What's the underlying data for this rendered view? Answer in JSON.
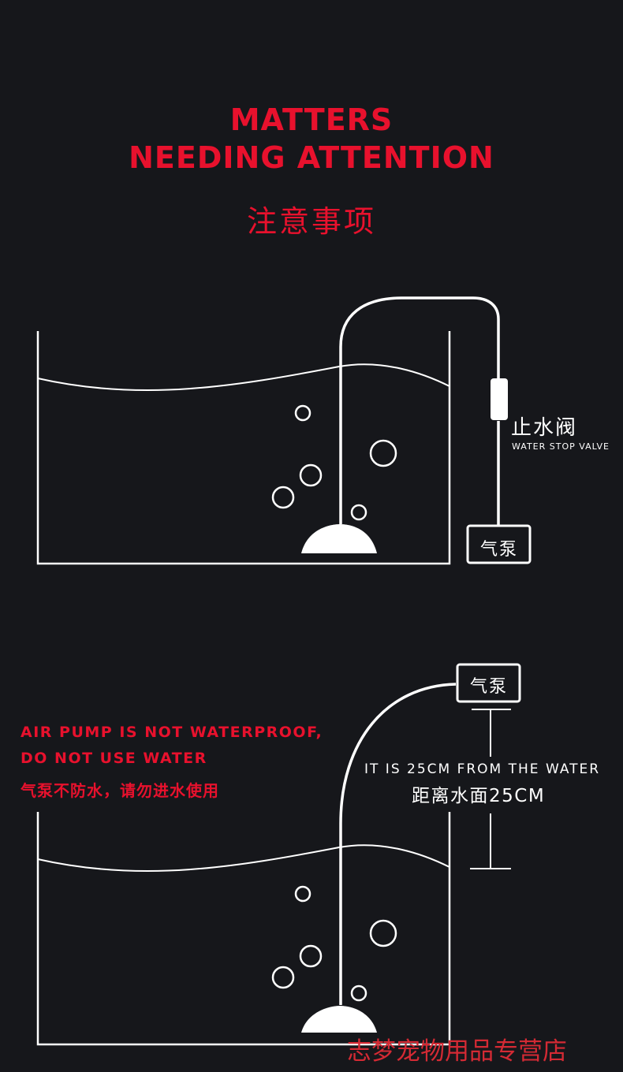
{
  "header": {
    "title_line_1": "MATTERS",
    "title_line_2": "NEEDING ATTENTION",
    "title_cn": "注意事项"
  },
  "diagram_1": {
    "valve_label_cn": "止水阀",
    "valve_label_en": "WATER STOP VALVE",
    "pump_label": "气泵"
  },
  "diagram_2": {
    "pump_label": "气泵",
    "warning_line_1": "AIR PUMP IS NOT WATERPROOF,",
    "warning_line_2": "DO NOT USE WATER",
    "warning_cn": "气泵不防水，请勿进水使用",
    "distance_en": "IT IS 25CM FROM THE WATER",
    "distance_cn": "距离水面25CM"
  },
  "watermark": "志梦宠物用品专营店",
  "colors": {
    "background": "#16171b",
    "accent_red": "#e8112d",
    "line": "#ffffff"
  }
}
